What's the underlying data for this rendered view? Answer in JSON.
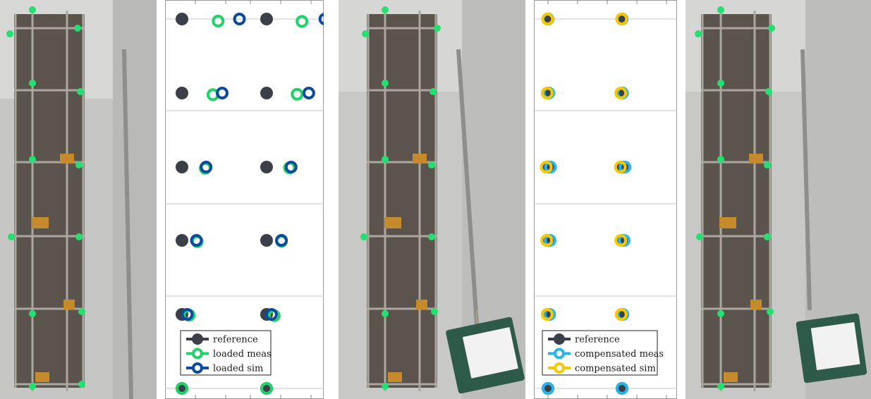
{
  "chart_data": [
    {
      "type": "scatter",
      "title": "",
      "xlabel": "",
      "ylabel": "",
      "levels": 6,
      "columns": 2,
      "grid": true,
      "legend_position": "bottom-left",
      "series": [
        {
          "name": "reference",
          "color": "#3b3f48",
          "marker": "filled-circle",
          "points": [
            {
              "level": 1,
              "column": 1,
              "dx": 0.0
            },
            {
              "level": 1,
              "column": 2,
              "dx": 0.0
            },
            {
              "level": 2,
              "column": 1,
              "dx": 0.0
            },
            {
              "level": 2,
              "column": 2,
              "dx": 0.0
            },
            {
              "level": 3,
              "column": 1,
              "dx": 0.0
            },
            {
              "level": 3,
              "column": 2,
              "dx": 0.0
            },
            {
              "level": 4,
              "column": 1,
              "dx": 0.0
            },
            {
              "level": 4,
              "column": 2,
              "dx": 0.0
            },
            {
              "level": 5,
              "column": 1,
              "dx": 0.0
            },
            {
              "level": 5,
              "column": 2,
              "dx": 0.0
            },
            {
              "level": 6,
              "column": 1,
              "dx": 0.0
            },
            {
              "level": 6,
              "column": 2,
              "dx": 0.0
            }
          ]
        },
        {
          "name": "loaded meas",
          "color": "#1fd26a",
          "marker": "ring",
          "points": [
            {
              "level": 1,
              "column": 1,
              "dx": 0.0,
              "dy": 0.0
            },
            {
              "level": 1,
              "column": 2,
              "dx": 0.0,
              "dy": 0.0
            },
            {
              "level": 2,
              "column": 1,
              "dx": 0.18,
              "dy": 0.02
            },
            {
              "level": 2,
              "column": 2,
              "dx": 0.19,
              "dy": 0.03
            },
            {
              "level": 3,
              "column": 1,
              "dx": 0.38,
              "dy": 0.03
            },
            {
              "level": 3,
              "column": 2,
              "dx": 0.37,
              "dy": 0.02
            },
            {
              "level": 4,
              "column": 1,
              "dx": 0.58,
              "dy": 0.03
            },
            {
              "level": 4,
              "column": 2,
              "dx": 0.57,
              "dy": 0.02
            },
            {
              "level": 5,
              "column": 1,
              "dx": 0.77,
              "dy": 0.04
            },
            {
              "level": 5,
              "column": 2,
              "dx": 0.76,
              "dy": 0.03
            },
            {
              "level": 6,
              "column": 1,
              "dx": 0.9,
              "dy": 0.05
            },
            {
              "level": 6,
              "column": 2,
              "dx": 0.88,
              "dy": 0.06
            }
          ]
        },
        {
          "name": "loaded sim",
          "color": "#0b4a9c",
          "marker": "ring",
          "points": [
            {
              "level": 2,
              "column": 1,
              "dx": 0.13,
              "dy": 0.0
            },
            {
              "level": 2,
              "column": 2,
              "dx": 0.12,
              "dy": 0.0
            },
            {
              "level": 3,
              "column": 1,
              "dx": 0.36,
              "dy": 0.0
            },
            {
              "level": 3,
              "column": 2,
              "dx": 0.37,
              "dy": 0.0
            },
            {
              "level": 4,
              "column": 1,
              "dx": 0.6,
              "dy": 0.0
            },
            {
              "level": 4,
              "column": 2,
              "dx": 0.61,
              "dy": 0.0
            },
            {
              "level": 5,
              "column": 1,
              "dx": 1.0,
              "dy": 0.0
            },
            {
              "level": 5,
              "column": 2,
              "dx": 1.05,
              "dy": 0.0
            },
            {
              "level": 6,
              "column": 1,
              "dx": 1.43,
              "dy": 0.0
            },
            {
              "level": 6,
              "column": 2,
              "dx": 1.45,
              "dy": 0.0
            }
          ]
        }
      ]
    },
    {
      "type": "scatter",
      "title": "",
      "xlabel": "",
      "ylabel": "",
      "levels": 6,
      "columns": 2,
      "grid": true,
      "legend_position": "bottom-left",
      "series": [
        {
          "name": "reference",
          "color": "#3b3f48",
          "marker": "filled-circle",
          "points": [
            {
              "level": 1,
              "column": 1,
              "dx": 0.0
            },
            {
              "level": 1,
              "column": 2,
              "dx": 0.0
            },
            {
              "level": 2,
              "column": 1,
              "dx": 0.0
            },
            {
              "level": 2,
              "column": 2,
              "dx": 0.0
            },
            {
              "level": 3,
              "column": 1,
              "dx": 0.0
            },
            {
              "level": 3,
              "column": 2,
              "dx": 0.0
            },
            {
              "level": 4,
              "column": 1,
              "dx": 0.0
            },
            {
              "level": 4,
              "column": 2,
              "dx": 0.0
            },
            {
              "level": 5,
              "column": 1,
              "dx": 0.0
            },
            {
              "level": 5,
              "column": 2,
              "dx": 0.0
            },
            {
              "level": 6,
              "column": 1,
              "dx": 0.0
            },
            {
              "level": 6,
              "column": 2,
              "dx": 0.0
            }
          ]
        },
        {
          "name": "compensated meas",
          "color": "#27b4e8",
          "marker": "ring",
          "points": [
            {
              "level": 1,
              "column": 1,
              "dx": 0.0
            },
            {
              "level": 1,
              "column": 2,
              "dx": 0.0
            },
            {
              "level": 2,
              "column": 1,
              "dx": 0.04
            },
            {
              "level": 2,
              "column": 2,
              "dx": 0.02
            },
            {
              "level": 3,
              "column": 1,
              "dx": 0.05
            },
            {
              "level": 3,
              "column": 2,
              "dx": 0.05
            },
            {
              "level": 4,
              "column": 1,
              "dx": 0.06
            },
            {
              "level": 4,
              "column": 2,
              "dx": 0.07
            },
            {
              "level": 5,
              "column": 1,
              "dx": 0.02
            },
            {
              "level": 5,
              "column": 2,
              "dx": 0.01
            },
            {
              "level": 6,
              "column": 1,
              "dx": 0.0
            },
            {
              "level": 6,
              "column": 2,
              "dx": 0.0
            }
          ]
        },
        {
          "name": "compensated sim",
          "color": "#f5c800",
          "marker": "ring",
          "points": [
            {
              "level": 2,
              "column": 1,
              "dx": -0.02
            },
            {
              "level": 2,
              "column": 2,
              "dx": -0.02
            },
            {
              "level": 3,
              "column": 1,
              "dx": -0.03
            },
            {
              "level": 3,
              "column": 2,
              "dx": -0.03
            },
            {
              "level": 4,
              "column": 1,
              "dx": -0.04
            },
            {
              "level": 4,
              "column": 2,
              "dx": -0.04
            },
            {
              "level": 5,
              "column": 1,
              "dx": -0.02
            },
            {
              "level": 5,
              "column": 2,
              "dx": -0.03
            },
            {
              "level": 6,
              "column": 1,
              "dx": -0.01
            },
            {
              "level": 6,
              "column": 2,
              "dx": -0.01
            }
          ]
        }
      ]
    }
  ]
}
